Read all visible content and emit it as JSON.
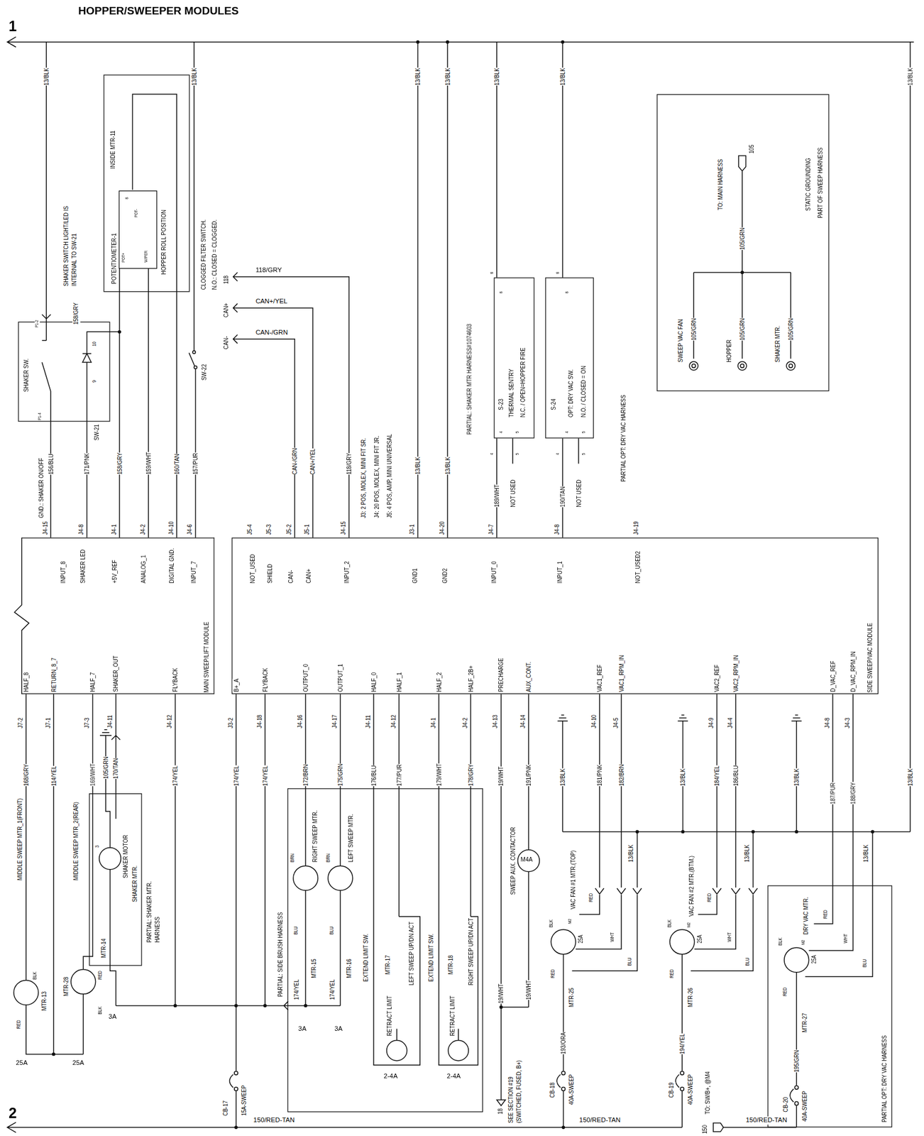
{
  "diagram": {
    "title": "HOPPER/SWEEPER MODULES",
    "nodes": [
      {
        "text": [
          "MAIN SWEEP/LIFT MODULE"
        ]
      },
      {
        "text": [
          "SIDE SWEEP/VAC MODULE"
        ]
      },
      {
        "text": [
          "SHAKER SW."
        ]
      },
      {
        "text": [
          "INSIDE MTR-11",
          "HOPPER ROLL POSITION"
        ]
      },
      {
        "text": [
          "POTENTIOMETER-1"
        ],
        "in": 3
      },
      {
        "text": [
          "S-23",
          "THERMAL SENTRY",
          "N.C. / OPEN=HOPPER FIRE"
        ]
      },
      {
        "text": [
          "S-24",
          "OPT: DRY VAC SW.",
          "N.O. / CLOSED = ON"
        ]
      },
      {
        "text": [
          "STATIC GROUNDING",
          "PART OF SWEEP HARNESS"
        ]
      },
      {
        "text": [
          "PARTIAL: SIDE BRUSH HARNESS"
        ]
      },
      {
        "text": [
          "PARTIAL: SHAKER MTR. HARNESS"
        ]
      },
      {
        "text": [
          "PARTIAL OPT: DRY VAC HARNESS"
        ]
      }
    ],
    "edges": [
      {
        "from": 2,
        "to": 0,
        "arrow": "none",
        "label": "156/BLU"
      },
      {
        "from": 2,
        "to": 0,
        "arrow": "none",
        "label": "171/PNK"
      },
      {
        "from": 5,
        "to": 1,
        "arrow": "none",
        "label": "189/WHT"
      },
      {
        "from": 6,
        "to": 1,
        "arrow": "none",
        "label": "190/TAN"
      },
      {
        "from": 1,
        "to": 8,
        "arrow": "none",
        "label": "172/BRN"
      },
      {
        "from": 1,
        "to": 8,
        "arrow": "none",
        "label": "175/GRN"
      },
      {
        "from": 1,
        "to": 8,
        "arrow": "none",
        "label": "176/BLU"
      },
      {
        "from": 1,
        "to": 8,
        "arrow": "none",
        "label": "177/PUR"
      },
      {
        "from": 1,
        "to": 8,
        "arrow": "none",
        "label": "179/WHT"
      },
      {
        "from": 1,
        "to": 8,
        "arrow": "none",
        "label": "178/GRY"
      },
      {
        "from": 0,
        "to": 9,
        "arrow": "none",
        "label": "169/WHT"
      },
      {
        "from": 1,
        "to": 10,
        "arrow": "none",
        "label": "187/PUR"
      },
      {
        "from": 1,
        "to": 10,
        "arrow": "none",
        "label": "188/GRY"
      }
    ],
    "labels": [
      "1",
      "2",
      "13/BLK",
      "13/BLK",
      "13/BLK",
      "13/BLK",
      "13/BLK",
      "13/BLK",
      "13/BLK",
      "SHAKER SWITCH LIGHT/LED IS INTERNAL TO SW-21",
      "P1-2",
      "P1-4",
      "158/GRY",
      "10",
      "9",
      "SW-21",
      "GND.: SHAKER ON/OFF",
      "158/GRY",
      "159/WHT",
      "160/TAN",
      "157/PUR",
      "POT+",
      "WIPER",
      "POT-",
      "8",
      "SW-22",
      "CLOGGED FILTER SWITCH.",
      "N.O.: CLOSED = CLOGGED.",
      "118",
      "118/GRY",
      "CAN+",
      "CAN+/YEL",
      "CAN-",
      "CAN-/GRN",
      "118/GRY",
      "CAN-/GRN",
      "CAN+/YEL",
      "J3: 2 POS, MOLEX, MINI FIT SR.",
      "J4: 20 POS, MOLEX, MINI FIT JR.",
      "J5: 4 POS, AMP, MINI UNIVERSAL",
      "13/BLK",
      "13/BLK",
      "PARTIAL: SHAKER MTR HARNESS#1074603",
      "8",
      "8",
      "4",
      "5",
      "4",
      "5",
      "NOT USED",
      "8",
      "8",
      "4",
      "5",
      "4",
      "5",
      "NOT USED",
      "PARTIAL OPT: DRY VAC HARNESS",
      "TO: MAIN HARNESS",
      "105",
      "105/GRN",
      "SWEEP VAC FAN",
      "105/GRN",
      "HOPPER",
      "105/GRN",
      "SHAKER MTR.",
      "105/GRN",
      "J4-15",
      "J4-8",
      "J4-1",
      "J4-2",
      "J4-10",
      "J4-6",
      "INPUT_8",
      "SHAKER LED",
      "+5V_REF",
      "ANALOG_1",
      "DIGITAL GND.",
      "INPUT_7",
      "J5-4",
      "J5-3",
      "J5-2",
      "J5-1",
      "J4-15",
      "J3-1",
      "J4-20",
      "J4-7",
      "J4-8",
      "J4-19",
      "NOT_USED",
      "SHIELD",
      "CAN-",
      "CAN+",
      "INPUT_2",
      "GND1",
      "GND2",
      "INPUT_0",
      "INPUT_1",
      "NOT_USED2",
      "HALF_8",
      "RETURN_8_7",
      "HALF_7",
      "SHAKER_OUT",
      "FLYBACK",
      "J7-2",
      "J7-1",
      "J7-3",
      "J4-11",
      "J4-12",
      "B+_A",
      "FLYBACK",
      "OUTPUT_0",
      "OUTPUT_1",
      "HALF_0",
      "HALF_1",
      "HALF_2",
      "HALF_2B+",
      "PRECHARGE",
      "AUX_CONT.",
      "VAC1_REF",
      "VAC1_RPM_IN",
      "VAC2_REF",
      "VAC2_RPM_IN",
      "D_VAC_REF",
      "D_VAC_RPM_IN",
      "J3-2",
      "J4-18",
      "J4-16",
      "J4-17",
      "J4-11",
      "J4-12",
      "J4-1",
      "J4-2",
      "J4-13",
      "J4-14",
      "J4-10",
      "J4-5",
      "J4-9",
      "J4-4",
      "J4-8",
      "J4-3",
      "168/GRY",
      "114/YEL",
      "105/GRN",
      "170/TAN",
      "174/YEL",
      "174/YEL",
      "174/YEL",
      "19/WHT",
      "191/PNK",
      "13/BLK",
      "181/PNK",
      "182/BRN",
      "13/BLK",
      "184/YEL",
      "186/BLU",
      "13/BLK",
      "13/BLK",
      "MIDDLE SWEEP MTR_1(FRONT)",
      "MTR-13",
      "RED",
      "BLK",
      "25A",
      "MIDDLE SWEEP MTR_2(REAR)",
      "MTR-28",
      "RED",
      "BLK",
      "25A",
      "3A",
      "SHAKER MOTOR",
      "SHAKER MTR.",
      "MTR-14",
      "3",
      "3A",
      "BRN",
      "RIGHT SWEEP MTR.",
      "BLU",
      "174/YEL",
      "MTR-15",
      "3A",
      "BRN",
      "LEFT SWEEP MTR.",
      "BLU",
      "174/YEL",
      "MTR-16",
      "EXTEND LIMIT SW.",
      "MTR-17",
      "LEFT SWEEP UP/DN ACT",
      "RETRACT LIMIT",
      "2-4A",
      "EXTEND LIMIT SW.",
      "MTR-18",
      "RIGHT SWEEP UP/DN ACT",
      "RETRACT LIMIT",
      "2-4A",
      "SWEEP AUX. CONTACTOR",
      "M4A",
      "19/WHT",
      "19/WHT",
      "18",
      "SEE SECTION #19 (SWITCHED, FUSED, B+)",
      "VAC FAN #1 MTR.(TOP)",
      "M2",
      "BLK",
      "25A",
      "RED",
      "RED",
      "WHT",
      "BLU",
      "MTR-25",
      "193/ORA",
      "CB-18",
      "40A-SWEEP",
      "VAC FAN #2 MTR.(BTM.)",
      "M2",
      "BLK",
      "25A",
      "RED",
      "RED",
      "WHT",
      "BLU",
      "MTR-26",
      "194/YEL",
      "CB-19",
      "40A-SWEEP",
      "DRY VAC MTR.",
      "M2",
      "BLK",
      "25A",
      "RED",
      "RED",
      "WHT",
      "BLU",
      "MTR-27",
      "195/GRN",
      "CB-20",
      "40A-SWEEP",
      "13/BLK",
      "13/BLK",
      "13/BLK",
      "CB-17",
      "15A-SWEEP",
      "150/RED-TAN",
      "150/RED-TAN",
      "TO: SW/B+, @M4",
      "150",
      "150/RED-TAN"
    ]
  }
}
